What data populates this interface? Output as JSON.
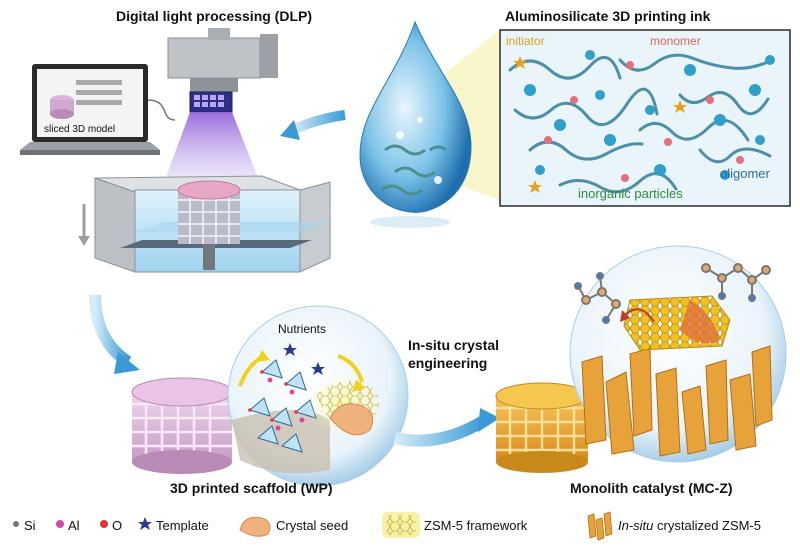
{
  "titles": {
    "dlp": "Digital light processing (DLP)",
    "ink": "Aluminosilicate 3D printing ink",
    "scaffold": "3D printed scaffold (WP)",
    "catalyst": "Monolith catalyst (MC-Z)",
    "crystal_line1": "In-situ crystal",
    "crystal_line2": "engineering"
  },
  "laptop": {
    "screen_label": "sliced 3D model"
  },
  "ink_box": {
    "initiator": "initiator",
    "monomer": "monomer",
    "oligomer": "oligomer",
    "particles": "inorganic particles"
  },
  "scaffold_detail": {
    "nutrients": "Nutrients"
  },
  "legend": {
    "si": "Si",
    "al": "Al",
    "o": "O",
    "template": "Template",
    "crystal_seed": "Crystal seed",
    "zsm5": "ZSM-5 framework",
    "insitu_italic": "In-situ",
    "insitu_rest": " crystalized ZSM-5"
  },
  "colors": {
    "ink_blue": "#3fa6d6",
    "glow_yellow": "#f4ef9c",
    "scaffold_pink": "#d8b5d8",
    "catalyst_orange": "#e6a52a",
    "uv_purple": "#8f5cd6",
    "arrow_blue": "#4aa8de"
  }
}
